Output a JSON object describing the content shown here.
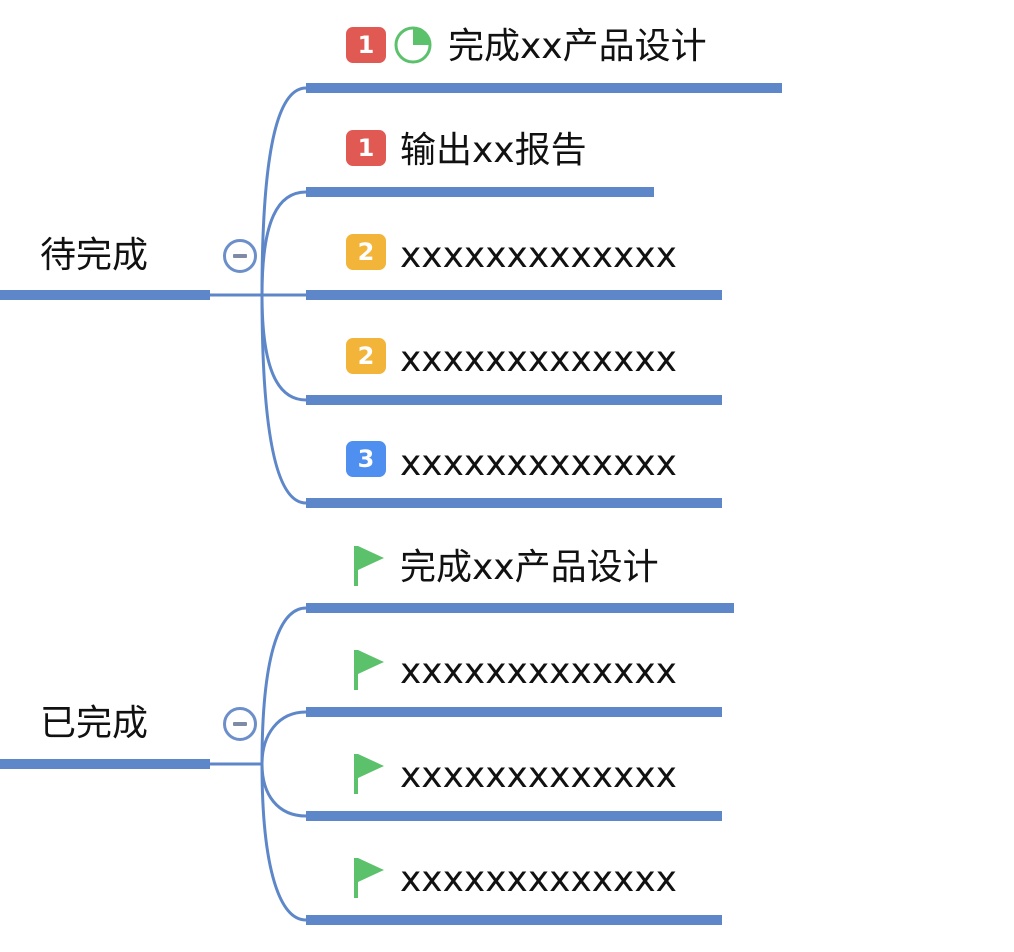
{
  "colors": {
    "line": "#5d87c9",
    "priority_1": "#e05a53",
    "priority_2": "#f3b43a",
    "priority_3": "#4f8ff0",
    "flag": "#5cc16b",
    "progress": "#5cc16b"
  },
  "branches": [
    {
      "label": "待完成",
      "collapse_icon": "minus-circle-icon",
      "items": [
        {
          "priority": "1",
          "progress_fraction": 0.25,
          "text": "完成xx产品设计"
        },
        {
          "priority": "1",
          "text": "输出xx报告"
        },
        {
          "priority": "2",
          "text": "xxxxxxxxxxxxx"
        },
        {
          "priority": "2",
          "text": "xxxxxxxxxxxxx"
        },
        {
          "priority": "3",
          "text": "xxxxxxxxxxxxx"
        }
      ]
    },
    {
      "label": "已完成",
      "collapse_icon": "minus-circle-icon",
      "items": [
        {
          "icon": "flag-icon",
          "text": "完成xx产品设计"
        },
        {
          "icon": "flag-icon",
          "text": "xxxxxxxxxxxxx"
        },
        {
          "icon": "flag-icon",
          "text": "xxxxxxxxxxxxx"
        },
        {
          "icon": "flag-icon",
          "text": "xxxxxxxxxxxxx"
        }
      ]
    }
  ]
}
